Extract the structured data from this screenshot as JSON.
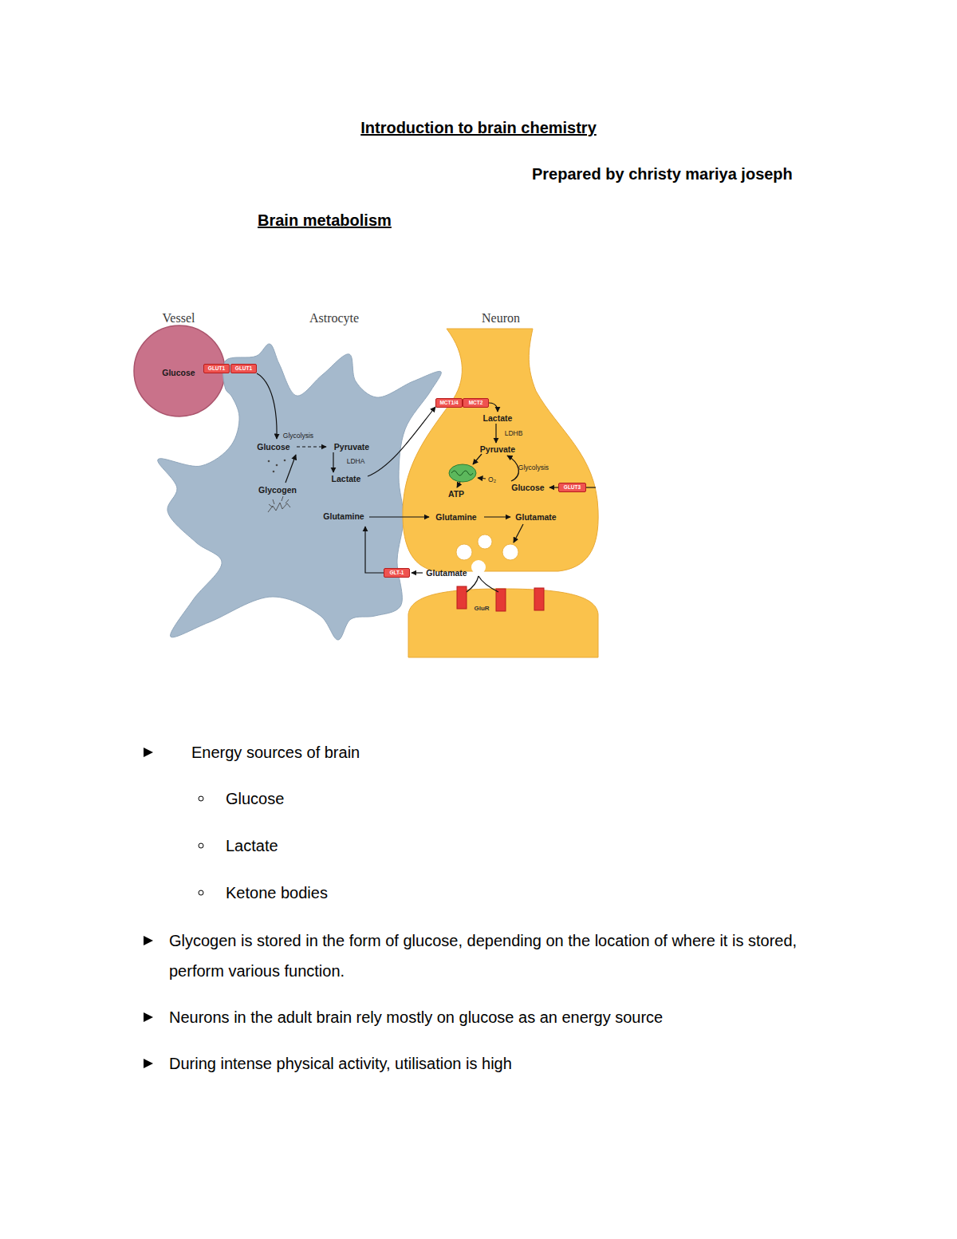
{
  "diagram": {
    "title": "Introduction to brain chemistry",
    "nodes": [
      {
        "text": [
          "Vessel",
          "Glucose"
        ]
      },
      {
        "text": [
          "Astrocyte",
          "Glycolysis",
          "Glucose",
          "Pyruvate",
          "LDHA",
          "Lactate",
          "Glycogen",
          "Glutamine"
        ]
      },
      {
        "text": [
          "Neuron",
          "Lactate",
          "LDHB",
          "Pyruvate",
          "Glycolysis",
          "O₂",
          "Glucose",
          "ATP",
          "Glutamine",
          "Glutamate"
        ]
      },
      {
        "text": [
          "GLUT1"
        ]
      },
      {
        "text": [
          "GLUT1"
        ]
      },
      {
        "text": [
          "MCT1/4"
        ]
      },
      {
        "text": [
          "MCT2"
        ]
      },
      {
        "text": [
          "GLUT3"
        ]
      },
      {
        "text": [
          "GLT-1"
        ]
      },
      {
        "text": [
          "GluR"
        ]
      }
    ],
    "labels": [
      "Prepared by christy mariya joseph",
      "Brain metabolism",
      "Glutamate",
      "Energy sources of brain",
      "Glucose",
      "Lactate",
      "Ketone bodies",
      "Glycogen is stored in the form of glucose, depending on the location of where it is stored, perform various function.",
      "Neurons in the adult brain rely mostly on glucose as an energy source",
      "During intense physical activity, utilisation is high"
    ]
  }
}
